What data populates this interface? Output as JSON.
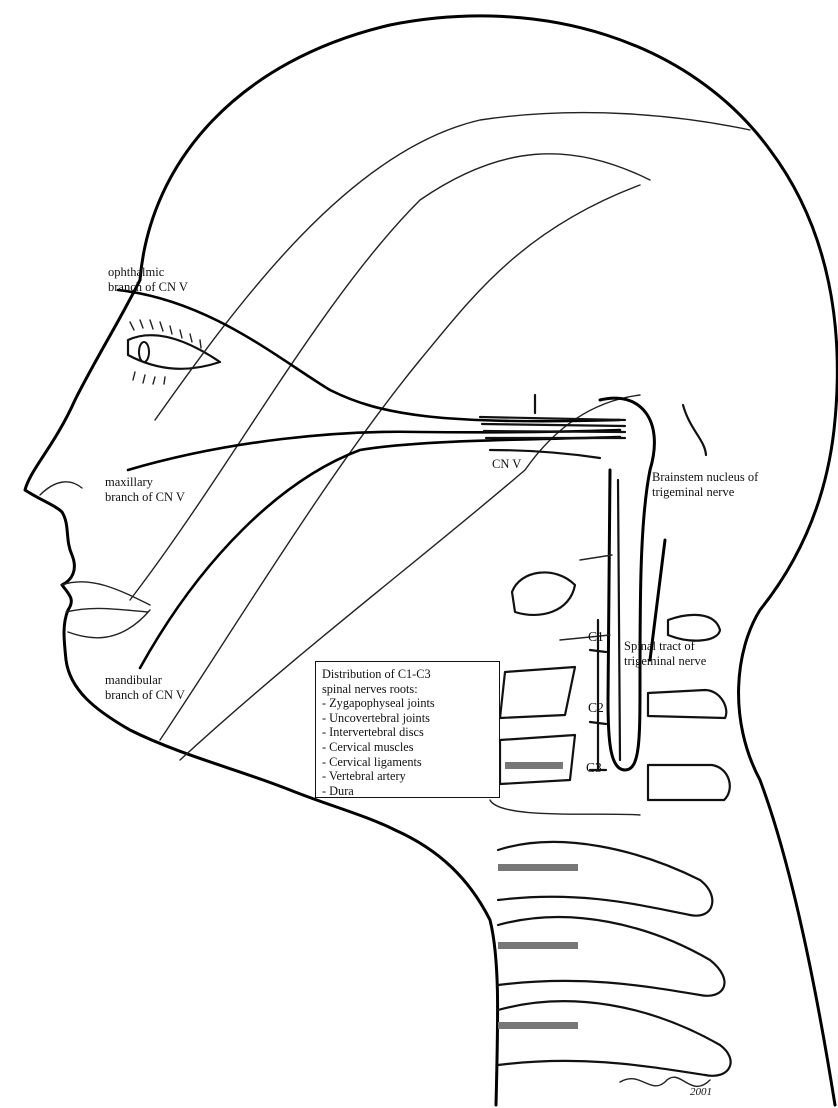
{
  "labels": {
    "ophthalmic": "ophthalmic\nbranch of CN V",
    "maxillary": "maxillary\nbranch of CN V",
    "mandibular": "mandibular\nbranch of CN V",
    "cn_v": "CN V",
    "brainstem_nucleus": "Brainstem nucleus of\ntrigeminal nerve",
    "spinal_tract": "Spinal tract of\ntrigeminal nerve",
    "c1": "C1",
    "c2": "C2",
    "c3": "C3"
  },
  "distribution_box": {
    "heading": "Distribution of C1-C3\nspinal nerves roots:",
    "items": [
      "Zygapophyseal joints",
      "Uncovertebral joints",
      "Intervertebral discs",
      "Cervical muscles",
      "Cervical ligaments",
      "Vertebral artery",
      "Dura"
    ]
  },
  "signature": "2001"
}
